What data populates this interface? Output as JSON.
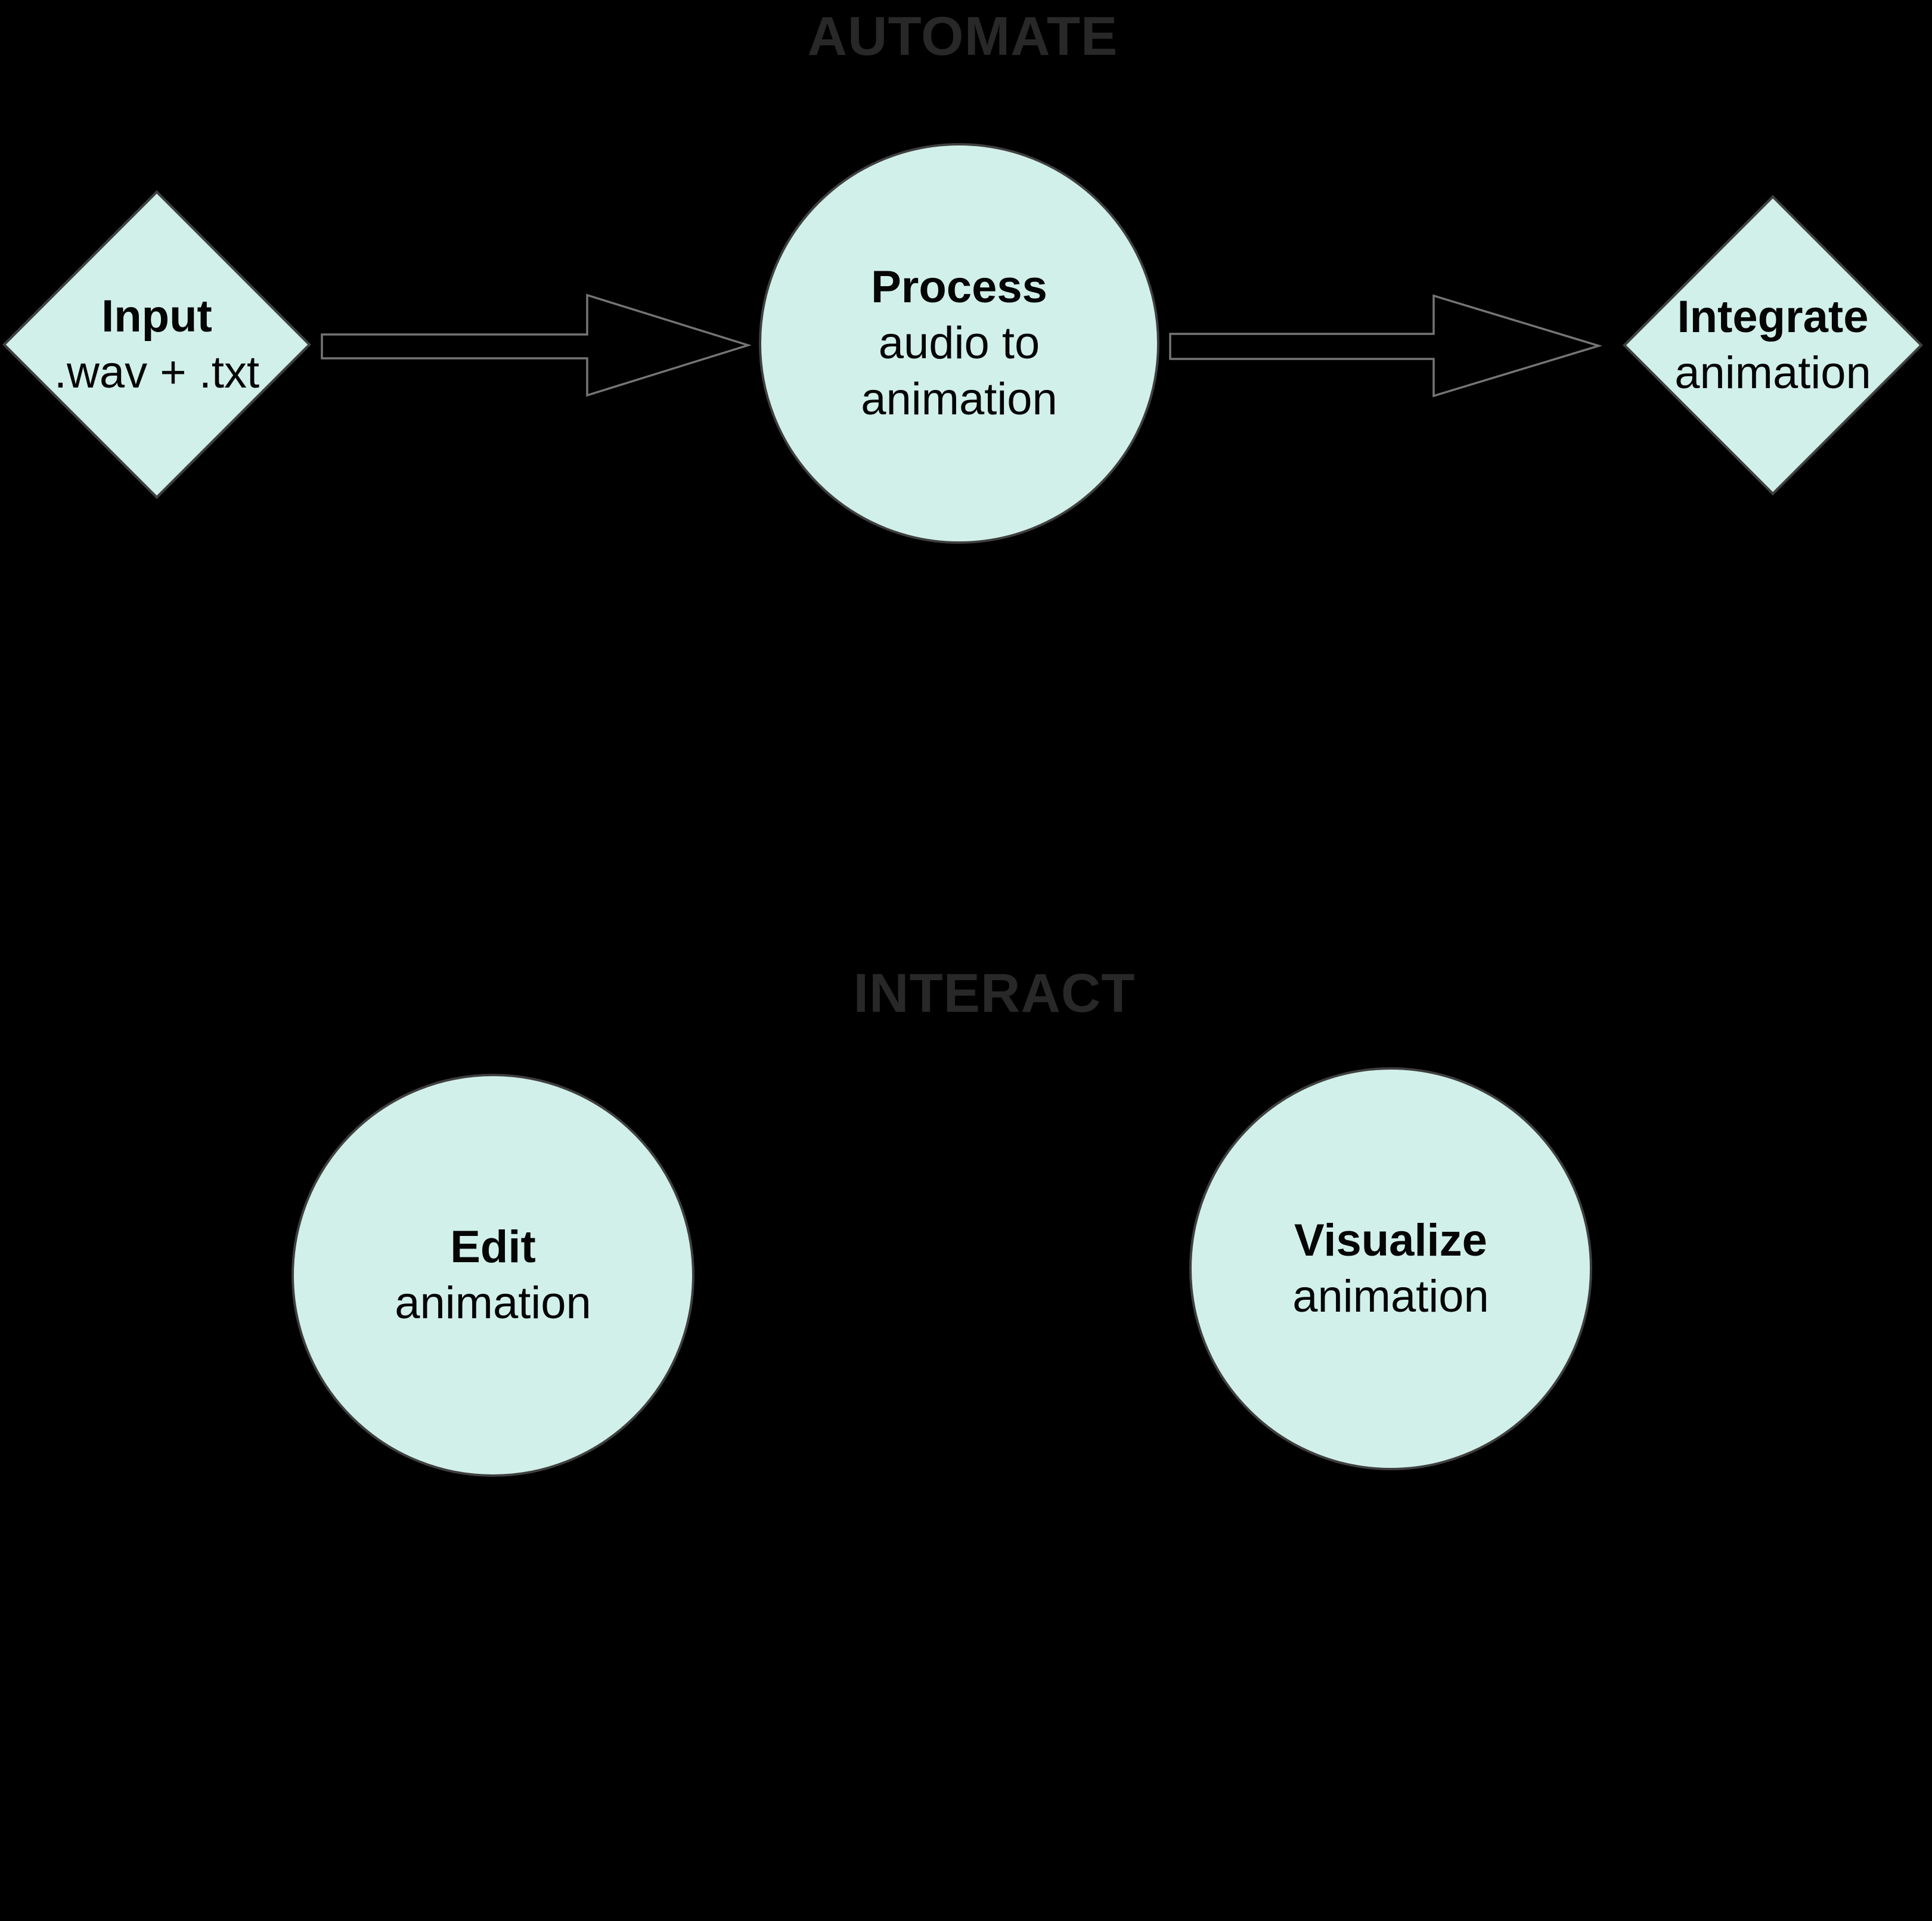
{
  "diagram_type": "flowchart",
  "titles": {
    "automate": "AUTOMATE",
    "interact": "INTERACT"
  },
  "colors": {
    "background": "#000000",
    "node_fill": "#d1f0e9",
    "node_stroke": "#3f3f3f",
    "arrow_stroke": "#757575",
    "section_title_text": "#282828",
    "node_text": "#050505"
  },
  "nodes": {
    "input": {
      "shape": "diamond",
      "section": "AUTOMATE",
      "title": "Input",
      "subtitle": ".wav + .txt"
    },
    "process": {
      "shape": "circle",
      "section": "AUTOMATE",
      "title": "Process",
      "subtitle1": "audio to",
      "subtitle2": "animation"
    },
    "integrate": {
      "shape": "diamond",
      "section": "AUTOMATE",
      "title": "Integrate",
      "subtitle": "animation"
    },
    "edit": {
      "shape": "circle",
      "section": "INTERACT",
      "title": "Edit",
      "subtitle": "animation"
    },
    "visualize": {
      "shape": "circle",
      "section": "INTERACT",
      "title": "Visualize",
      "subtitle": "animation"
    }
  },
  "arrows": [
    {
      "from": "input",
      "to": "process"
    },
    {
      "from": "process",
      "to": "integrate"
    }
  ]
}
